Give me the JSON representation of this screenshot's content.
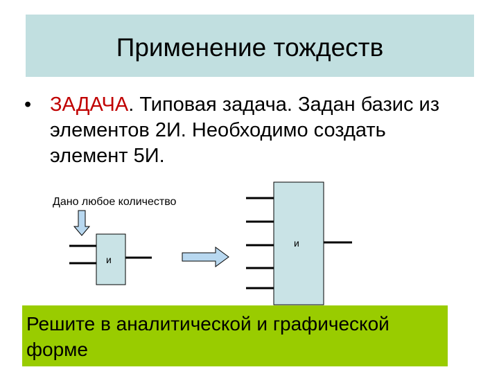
{
  "title": "Применение тождеств",
  "bullet": {
    "keyword": "ЗАДАЧА",
    "text": ". Типовая задача. Задан базис из элементов 2И. Необходимо создать элемент 5И."
  },
  "diagram": {
    "given_label": "Дано любое количество",
    "small_gate_label": "и",
    "big_gate_label": "и"
  },
  "answer": {
    "text": "Решите в аналитической и графической форме"
  },
  "colors": {
    "title_bg": "#c1dfe0",
    "gate_fill": "#c9e3e6",
    "arrow_fill": "#b8d8f0",
    "keyword": "#c00000",
    "answer_bg": "#99cc00"
  }
}
